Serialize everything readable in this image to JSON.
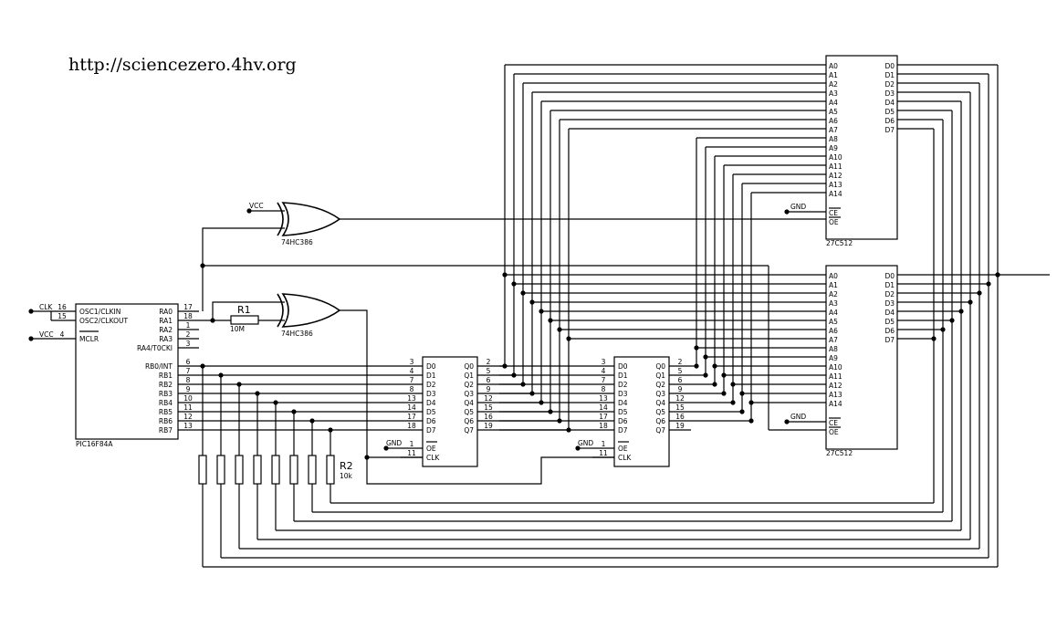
{
  "header": {
    "url": "http://sciencezero.4hv.org"
  },
  "pic": {
    "name": "PIC16F84A",
    "left_pins": [
      {
        "num": "16",
        "label": "OSC1/CLKIN",
        "net": "CLK"
      },
      {
        "num": "15",
        "label": "OSC2/CLKOUT",
        "net": ""
      },
      {
        "num": "4",
        "label": "MCLR",
        "net": "VCC"
      }
    ],
    "right_pins": [
      {
        "num": "17",
        "label": "RA0"
      },
      {
        "num": "18",
        "label": "RA1"
      },
      {
        "num": "1",
        "label": "RA2"
      },
      {
        "num": "2",
        "label": "RA3"
      },
      {
        "num": "3",
        "label": "RA4/T0CKI"
      },
      {
        "num": "6",
        "label": "RB0/INT"
      },
      {
        "num": "7",
        "label": "RB1"
      },
      {
        "num": "8",
        "label": "RB2"
      },
      {
        "num": "9",
        "label": "RB3"
      },
      {
        "num": "10",
        "label": "RB4"
      },
      {
        "num": "11",
        "label": "RB5"
      },
      {
        "num": "12",
        "label": "RB6"
      },
      {
        "num": "13",
        "label": "RB7"
      }
    ]
  },
  "gates": [
    {
      "name": "74HC386",
      "input_label": "VCC"
    },
    {
      "name": "74HC386",
      "input_label": ""
    }
  ],
  "resistors": [
    {
      "ref": "R1",
      "value": "10M"
    },
    {
      "ref": "R2",
      "value": "10k"
    }
  ],
  "latch": {
    "in_nums": [
      "3",
      "4",
      "7",
      "8",
      "13",
      "14",
      "17",
      "18"
    ],
    "in_labels": [
      "D0",
      "D1",
      "D2",
      "D3",
      "D4",
      "D5",
      "D6",
      "D7"
    ],
    "out_nums": [
      "2",
      "5",
      "6",
      "9",
      "12",
      "15",
      "16",
      "19"
    ],
    "out_labels": [
      "Q0",
      "Q1",
      "Q2",
      "Q3",
      "Q4",
      "Q5",
      "Q6",
      "Q7"
    ],
    "oe_label": "OE",
    "oe_num": "1",
    "clk_label": "CLK",
    "clk_num": "11",
    "gnd_label": "GND"
  },
  "eprom": {
    "name": "27C512",
    "addr_labels": [
      "A0",
      "A1",
      "A2",
      "A3",
      "A4",
      "A5",
      "A6",
      "A7",
      "A8",
      "A9",
      "A10",
      "A11",
      "A12",
      "A13",
      "A14"
    ],
    "data_labels": [
      "D0",
      "D1",
      "D2",
      "D3",
      "D4",
      "D5",
      "D6",
      "D7"
    ],
    "ce_label": "CE",
    "oe_label": "OE",
    "gnd_label": "GND"
  }
}
